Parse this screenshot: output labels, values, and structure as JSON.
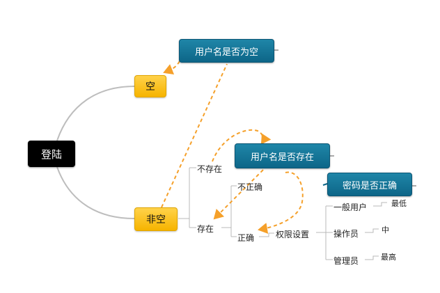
{
  "root": {
    "label": "登陆"
  },
  "branches": {
    "empty": "空",
    "nonempty": "非空"
  },
  "callouts": {
    "username_empty": "用户名是否为空",
    "username_exists": "用户名是否存在",
    "password_correct": "密码是否正确"
  },
  "labels": {
    "not_exist": "不存在",
    "exist": "存在",
    "incorrect": "不正确",
    "correct": "正确",
    "permission": "权限设置",
    "role_user": "一般用户",
    "role_operator": "操作员",
    "role_admin": "管理员",
    "level_low": "最低",
    "level_mid": "中",
    "level_high": "最高"
  },
  "colors": {
    "root_bg": "#000000",
    "branch_yellow": "#f6b400",
    "callout_blue": "#0d6688",
    "arrow_orange": "#f5a02a",
    "connector_gray": "#b9b9b9"
  }
}
